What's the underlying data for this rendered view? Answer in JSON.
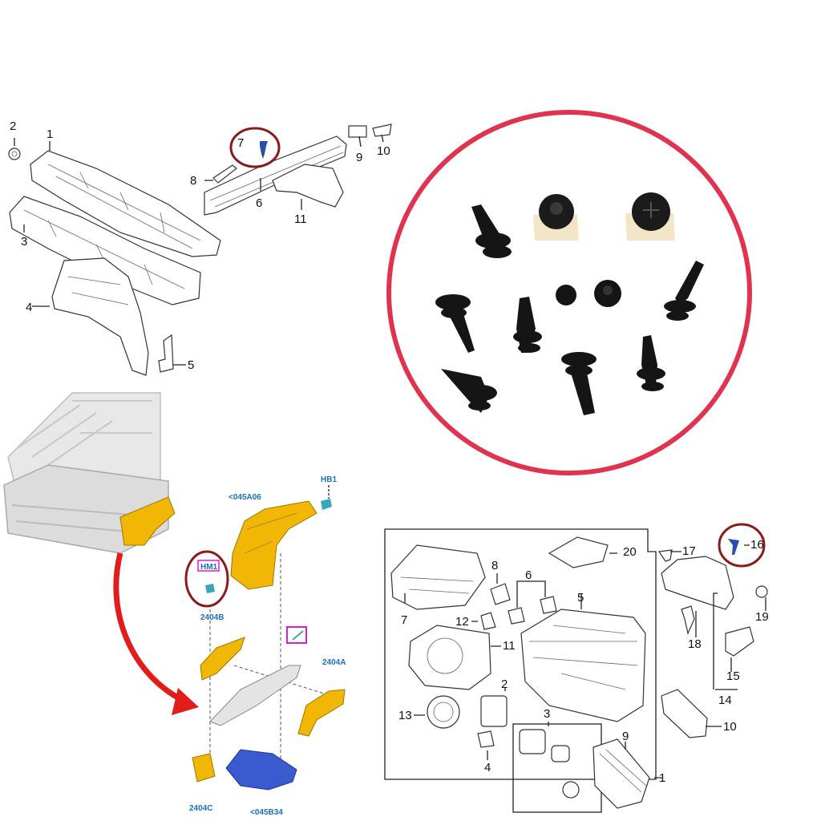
{
  "panel_cowl": {
    "callouts": [
      "1",
      "2",
      "3",
      "4",
      "5",
      "6",
      "7",
      "8",
      "9",
      "10",
      "11"
    ]
  },
  "panel_seat": {
    "labels": {
      "hb1": "HB1",
      "top_bracket": "<045A06",
      "hm1": "HM1",
      "left_trim": "2404B",
      "right_trim": "2404A",
      "bottom_left": "2404C",
      "bottom_plate": "<045B34"
    }
  },
  "panel_hvac": {
    "callouts": [
      "1",
      "2",
      "3",
      "4",
      "5",
      "6",
      "7",
      "8",
      "9",
      "10",
      "11",
      "12",
      "13",
      "14",
      "15",
      "16",
      "17",
      "18",
      "19",
      "20"
    ]
  },
  "colors": {
    "highlight_circle": "#8b1a1a",
    "big_circle": "#e0334f",
    "seat_trim": "#f2b705",
    "seat_plate": "#3a5bd0",
    "arrow": "#e21b1b",
    "code_text": "#1a6fbf",
    "magenta_box": "#d61fd6",
    "clip_blue": "#2a4fa8"
  }
}
